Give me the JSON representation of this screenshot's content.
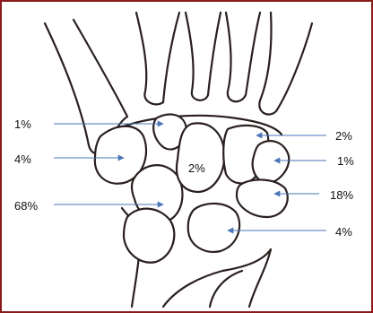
{
  "accent_color": "#8b1a1a",
  "line_color": "#2a1f1f",
  "arrow_color": "#4a76b5",
  "labels": [
    {
      "id": "pisiform",
      "text": "1%"
    },
    {
      "id": "triquetrum",
      "text": "4%"
    },
    {
      "id": "lunate",
      "text": "68%"
    },
    {
      "id": "capitate",
      "text": "2%"
    },
    {
      "id": "trapezoid",
      "text": "2%"
    },
    {
      "id": "trapezium",
      "text": "1%"
    },
    {
      "id": "scaphoid-distal",
      "text": "18%"
    },
    {
      "id": "scaphoid-proximal",
      "text": "4%"
    }
  ]
}
